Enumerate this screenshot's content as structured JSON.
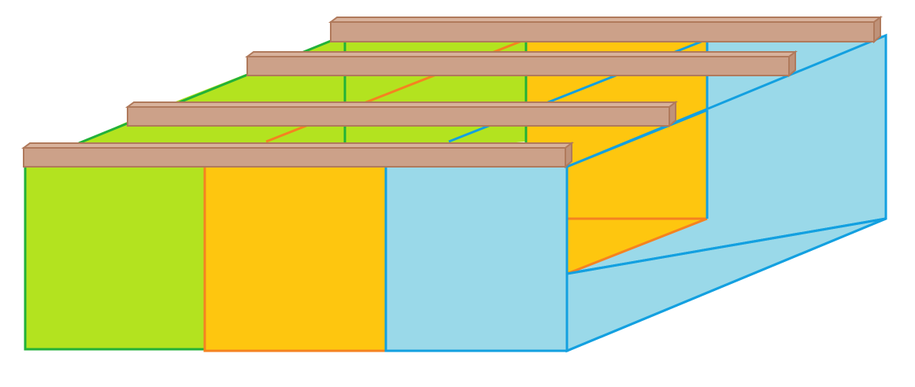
{
  "colors": {
    "green_fill": "#b3e31f",
    "green_stroke": "#22b139",
    "yellow_fill": "#fec60f",
    "yellow_stroke": "#f58220",
    "blue_fill": "#9ad9e9",
    "blue_stroke": "#13a0e0",
    "beam_fill": "#cca189",
    "beam_top": "#d8b29c",
    "beam_stroke": "#b07a5c",
    "background": "#ffffff"
  },
  "compartments": [
    {
      "name": "left-compartment",
      "color": "green"
    },
    {
      "name": "middle-compartment",
      "color": "yellow"
    },
    {
      "name": "right-compartment",
      "color": "blue"
    }
  ],
  "beams": [
    {
      "name": "back-beam"
    },
    {
      "name": "second-beam"
    },
    {
      "name": "third-beam"
    },
    {
      "name": "front-beam"
    }
  ]
}
